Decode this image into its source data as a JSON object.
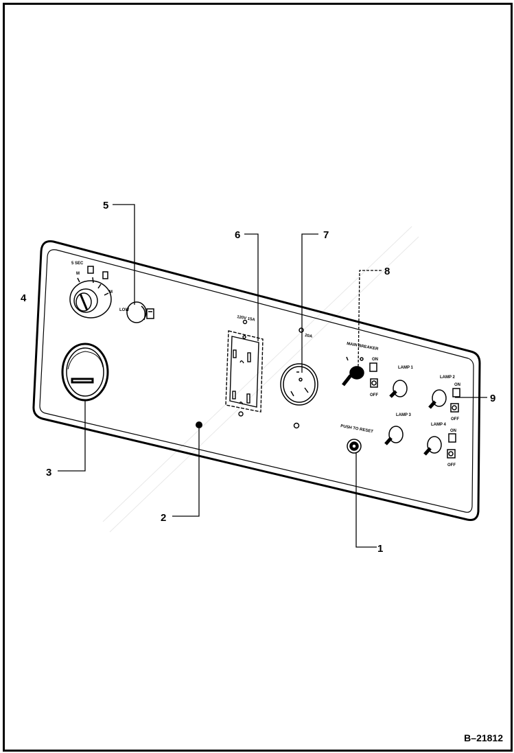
{
  "figure_id": "B–21812",
  "callouts": {
    "c1": "1",
    "c2": "2",
    "c3": "3",
    "c4": "4",
    "c5": "5",
    "c6": "6",
    "c7": "7",
    "c8": "8",
    "c9": "9"
  },
  "panel_labels": {
    "five_sec": "5 SEC",
    "low": "LOW",
    "outlet_120v": "120V 15A",
    "outlet_20a": "20A",
    "main_breaker": "MAIN BREAKER",
    "push_to_reset": "PUSH TO RESET",
    "lamp1": "LAMP 1",
    "lamp2": "LAMP 2",
    "lamp3": "LAMP 3",
    "lamp4": "LAMP 4",
    "on": "ON",
    "off": "OFF"
  },
  "colors": {
    "line": "#000000",
    "background": "#ffffff"
  }
}
